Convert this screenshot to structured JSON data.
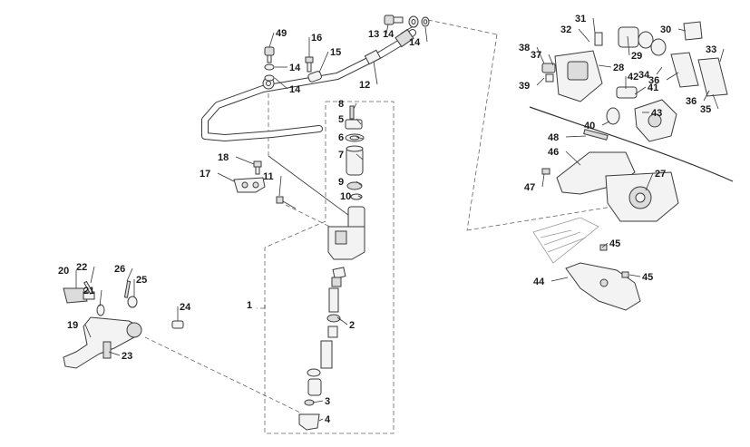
{
  "diagram": {
    "callouts": [
      {
        "id": "c1",
        "label": "1"
      },
      {
        "id": "c2",
        "label": "2"
      },
      {
        "id": "c3",
        "label": "3"
      },
      {
        "id": "c4",
        "label": "4"
      },
      {
        "id": "c5",
        "label": "5"
      },
      {
        "id": "c6",
        "label": "6"
      },
      {
        "id": "c7",
        "label": "7"
      },
      {
        "id": "c8",
        "label": "8"
      },
      {
        "id": "c9",
        "label": "9"
      },
      {
        "id": "c10",
        "label": "10"
      },
      {
        "id": "c11",
        "label": "11"
      },
      {
        "id": "c12",
        "label": "12"
      },
      {
        "id": "c13",
        "label": "13"
      },
      {
        "id": "c14a",
        "label": "14"
      },
      {
        "id": "c14b",
        "label": "14"
      },
      {
        "id": "c14c",
        "label": "14"
      },
      {
        "id": "c14d",
        "label": "14"
      },
      {
        "id": "c15",
        "label": "15"
      },
      {
        "id": "c16",
        "label": "16"
      },
      {
        "id": "c17",
        "label": "17"
      },
      {
        "id": "c18",
        "label": "18"
      },
      {
        "id": "c19",
        "label": "19"
      },
      {
        "id": "c20",
        "label": "20"
      },
      {
        "id": "c21",
        "label": "21"
      },
      {
        "id": "c22",
        "label": "22"
      },
      {
        "id": "c23",
        "label": "23"
      },
      {
        "id": "c24",
        "label": "24"
      },
      {
        "id": "c25",
        "label": "25"
      },
      {
        "id": "c26",
        "label": "26"
      },
      {
        "id": "c27",
        "label": "27"
      },
      {
        "id": "c28",
        "label": "28"
      },
      {
        "id": "c29",
        "label": "29"
      },
      {
        "id": "c30",
        "label": "30"
      },
      {
        "id": "c31",
        "label": "31"
      },
      {
        "id": "c32",
        "label": "32"
      },
      {
        "id": "c33",
        "label": "33"
      },
      {
        "id": "c34",
        "label": "34"
      },
      {
        "id": "c35",
        "label": "35"
      },
      {
        "id": "c36a",
        "label": "36"
      },
      {
        "id": "c36b",
        "label": "36"
      },
      {
        "id": "c37",
        "label": "37"
      },
      {
        "id": "c38",
        "label": "38"
      },
      {
        "id": "c39",
        "label": "39"
      },
      {
        "id": "c40",
        "label": "40"
      },
      {
        "id": "c41",
        "label": "41"
      },
      {
        "id": "c42",
        "label": "42"
      },
      {
        "id": "c43",
        "label": "43"
      },
      {
        "id": "c44",
        "label": "44"
      },
      {
        "id": "c45a",
        "label": "45"
      },
      {
        "id": "c45b",
        "label": "45"
      },
      {
        "id": "c46",
        "label": "46"
      },
      {
        "id": "c47",
        "label": "47"
      },
      {
        "id": "c48",
        "label": "48"
      },
      {
        "id": "c49",
        "label": "49"
      }
    ]
  }
}
